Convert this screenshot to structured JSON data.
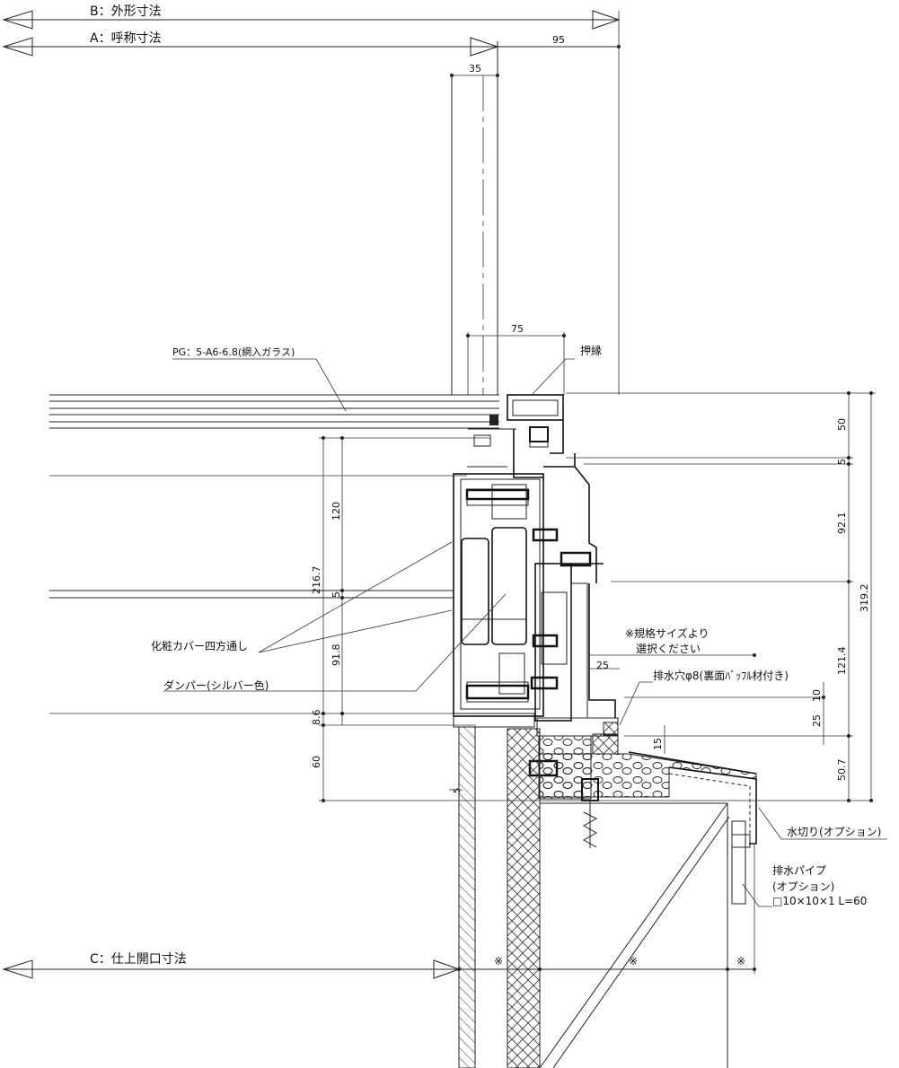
{
  "dimensions": {
    "B": "B：外形寸法",
    "A": "A：呼称寸法",
    "C": "C：仕上開口寸法",
    "d95": "95",
    "d35": "35",
    "d75": "75",
    "d120": "120",
    "d216_7": "216.7",
    "d5_left": "5",
    "d91_8": "91.8",
    "d8_6": "8.6",
    "d60": "60",
    "d5_bottom": "5",
    "d50": "50",
    "d5_right": "5",
    "d92_1": "92.1",
    "d319_2": "319.2",
    "d121_4": "121.4",
    "d10": "10",
    "d25_right": "25",
    "d50_7": "50.7",
    "d15": "15",
    "d25_inner": "25",
    "mark": "※"
  },
  "labels": {
    "glass": "PG：5-A6-6.8(網入ガラス)",
    "oshibuchi": "押縁",
    "cover": "化粧カバー四方通し",
    "damper": "ダンパー(シルバー色)",
    "note_line1": "※規格サイズより",
    "note_line2": "選択ください",
    "drain_hole": "排水穴φ8(裏面ﾊﾞｯﾌﾙ材付き)",
    "mizukiri": "水切り(オプション)",
    "pipe_line1": "排水パイプ",
    "pipe_line2": "(オプション)",
    "pipe_line3": "□10×10×1 L=60"
  }
}
